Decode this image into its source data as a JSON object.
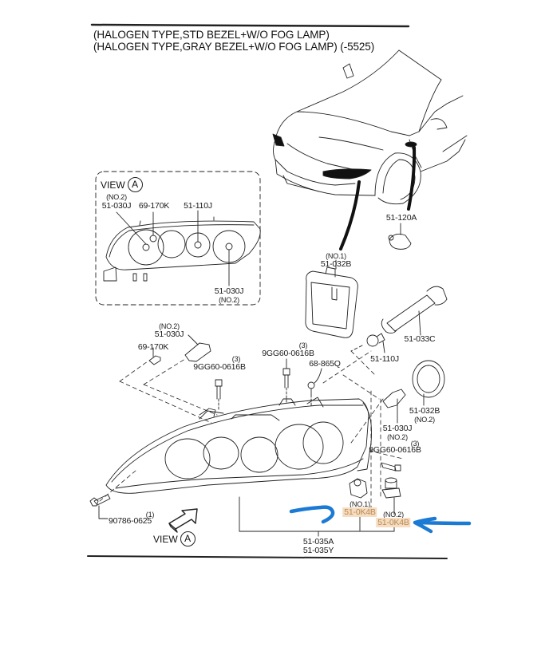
{
  "title_lines": [
    "(HALOGEN TYPE,STD BEZEL+W/O FOG LAMP)",
    "(HALOGEN TYPE,GRAY BEZEL+W/O FOG LAMP) (-5525)"
  ],
  "view_a_inset": {
    "view_label": "VIEW",
    "view_letter": "A",
    "labels": {
      "bulb_low_note": "(NO.2)",
      "bulb_low": "51-030J",
      "park_bulb": "69-170K",
      "high_bulb": "51-110J",
      "bulb_right": "51-030J",
      "bulb_right_note": "(NO.2)"
    }
  },
  "car_callouts": {
    "side_marker": "51-120A",
    "cover_no1_note": "(NO.1)",
    "cover_no1": "51-032B",
    "socket": "51-033C",
    "bulb_110j": "51-110J"
  },
  "exploded_labels": {
    "bulb_left_note": "(NO.2)",
    "bulb_left": "51-030J",
    "park_bulb": "69-170K",
    "bolt_left_qty": "(3)",
    "bolt_left": "9GG60-0616B",
    "bolt_center_qty": "(3)",
    "bolt_center": "9GG60-0616B",
    "screw": "68-865Q",
    "cover_no2": "51-032B",
    "cover_no2_note": "(NO.2)",
    "bulb_right": "51-030J",
    "bulb_right_note": "(NO.2)",
    "bolt_right_qty": "(3)",
    "bolt_right": "9GG60-0616B",
    "bolt_bottom_qty": "(1)",
    "bolt_bottom": "90786-0625",
    "adjuster_no1_note": "(NO.1)",
    "adjuster_no1": "51-0K4B",
    "adjuster_no2_note": "(NO.2)",
    "adjuster_no2": "51-0K4B",
    "assembly_a": "51-035A",
    "assembly_y": "51-035Y",
    "view_label": "VIEW",
    "view_letter": "A"
  },
  "annotations": {
    "highlight_color": "#f6dcc0",
    "arrow_color": "#1a7ad4"
  }
}
